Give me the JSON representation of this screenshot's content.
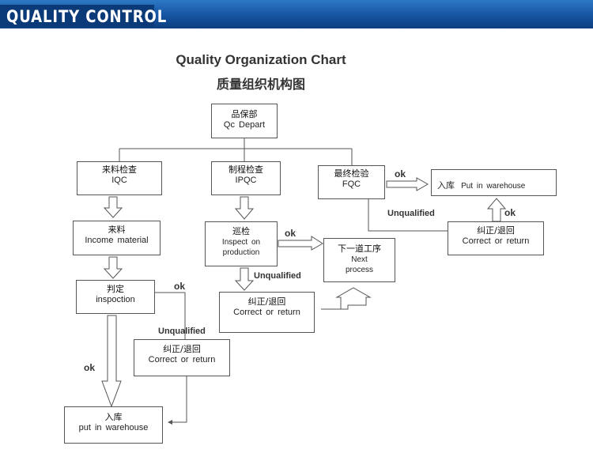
{
  "banner": {
    "title": "QUALITY CONTROL"
  },
  "diagram": {
    "title_en": "Quality Organization Chart",
    "title_zh": "质量组织机构图",
    "nodes": {
      "qc": {
        "zh": "品保部",
        "en": "Qc Depart"
      },
      "iqc": {
        "zh": "来料检查",
        "en": "IQC"
      },
      "ipqc": {
        "zh": "制程检查",
        "en": "IPQC"
      },
      "fqc": {
        "zh": "最终检验",
        "en": "FQC"
      },
      "warehouse_top": {
        "zh": "入库",
        "en": "Put in warehouse"
      },
      "income": {
        "zh": "来料",
        "en": "Income material"
      },
      "inspect": {
        "zh": "巡检",
        "en1": "Inspect on",
        "en2": "production"
      },
      "next": {
        "zh": "下一道工序",
        "en1": "Next",
        "en2": "process"
      },
      "fqc_correct": {
        "zh": "纠正/退回",
        "en": "Correct or return"
      },
      "judge": {
        "zh": "判定",
        "en": "inspoction"
      },
      "ipqc_correct": {
        "zh": "纠正/退回",
        "en": "Correct or return"
      },
      "iqc_correct": {
        "zh": "纠正/退回",
        "en": "Correct or return"
      },
      "warehouse_bottom": {
        "zh": "入库",
        "en": "put in warehouse"
      }
    },
    "labels": {
      "ok_fqc": "ok",
      "unqualified_fqc": "Unqualified",
      "ok_up": "ok",
      "ok_inspect": "ok",
      "unqualified_inspect": "Unqualified",
      "ok_judge": "ok",
      "unqualified_judge": "Unqualified",
      "ok_down": "ok"
    }
  }
}
